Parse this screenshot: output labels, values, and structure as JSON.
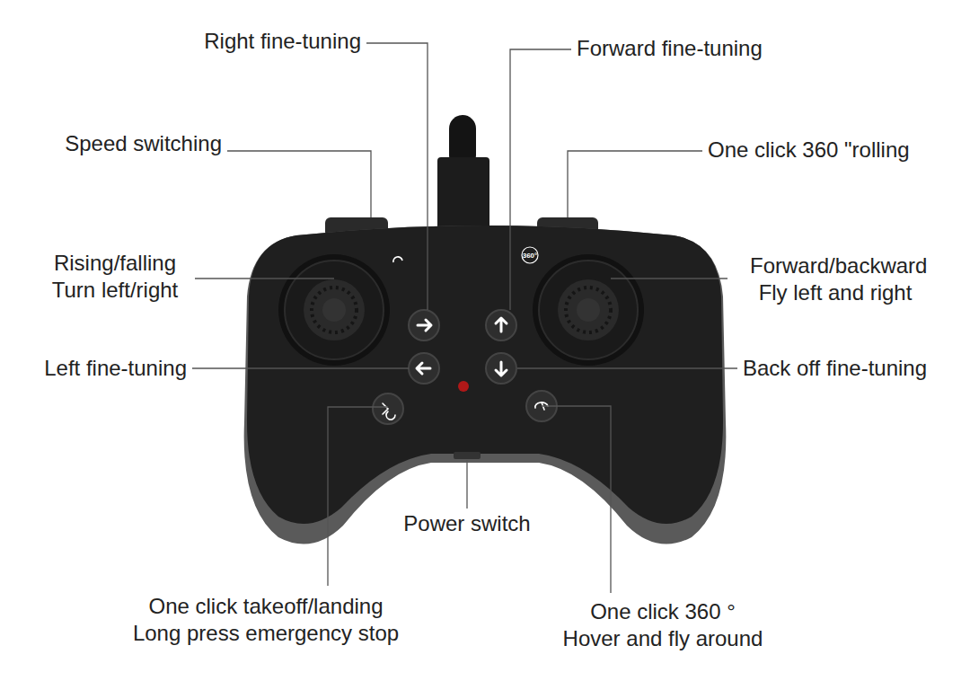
{
  "diagram": {
    "labels": [
      "Right fine-tuning",
      "Forward fine-tuning",
      "Speed switching",
      "One click 360 \"rolling",
      "Rising/falling Turn left/right",
      "Forward/backward Fly left and right",
      "Left fine-tuning",
      "Back off fine-tuning",
      "Power switch",
      "One click takeoff/landing Long press emergency stop",
      "One click 360 ° Hover and fly around",
      "360°"
    ]
  }
}
